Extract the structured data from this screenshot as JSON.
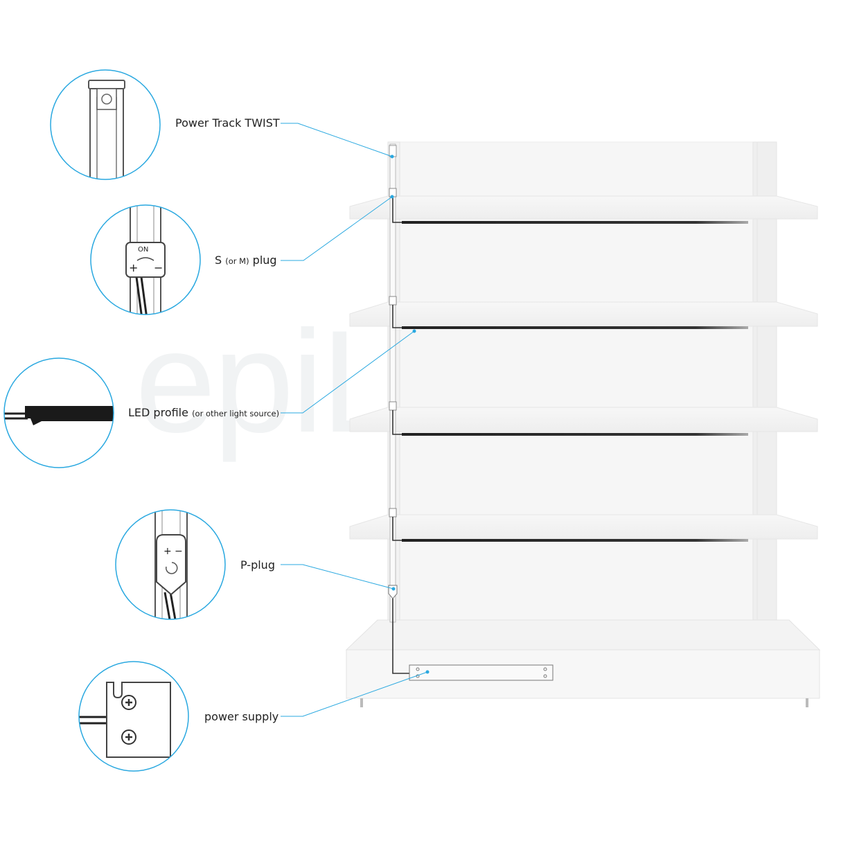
{
  "watermark": "epiLED",
  "accent_color": "#29a8e0",
  "labels": {
    "power_track": "Power Track TWIST",
    "s_plug_main": "S",
    "s_plug_note": "(or M)",
    "s_plug_tail": "plug",
    "led_profile_main": "LED profile",
    "led_profile_note": "(or other light source)",
    "p_plug": "P-plug",
    "power_supply": "power supply"
  },
  "plug_marks": {
    "on": "ON",
    "plus": "+",
    "minus": "−"
  }
}
